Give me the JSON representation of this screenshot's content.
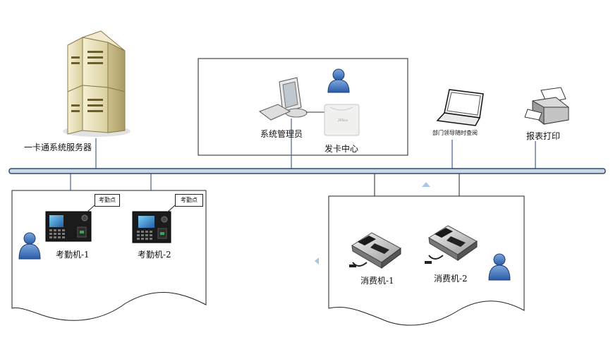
{
  "server": {
    "label": "一卡通系统服务器"
  },
  "admin_box": {
    "admin_label": "系统管理员",
    "card_center_label": "发卡中心",
    "card_device_label": "ZKTeco"
  },
  "laptop": {
    "label": "部门领导随时查阅"
  },
  "printer": {
    "label": "报表打印"
  },
  "attendance": {
    "callout_1": "考勤点",
    "callout_2": "考勤点",
    "machine_1": "考勤机-1",
    "machine_2": "考勤机-2"
  },
  "consumption": {
    "machine_1": "消费机-1",
    "machine_2": "消费机-2"
  },
  "icons": {
    "server": "server-tower-icon",
    "user": "user-person-icon",
    "computer": "desktop-computer-icon",
    "keyboard": "keyboard-icon",
    "card_issuer": "card-issuer-device-icon",
    "laptop": "laptop-icon",
    "printer": "printer-icon",
    "attendance_terminal": "attendance-terminal-icon",
    "pos_terminal": "pos-terminal-icon",
    "arrow": "triangle-arrow-icon"
  },
  "colors": {
    "bus_fill": "#c9d7e6",
    "bus_stroke": "#2f4a6b",
    "connector": "#4a5f8c",
    "user_blue": "#3a6fb8",
    "arrow_blue": "#a9c6e6"
  }
}
